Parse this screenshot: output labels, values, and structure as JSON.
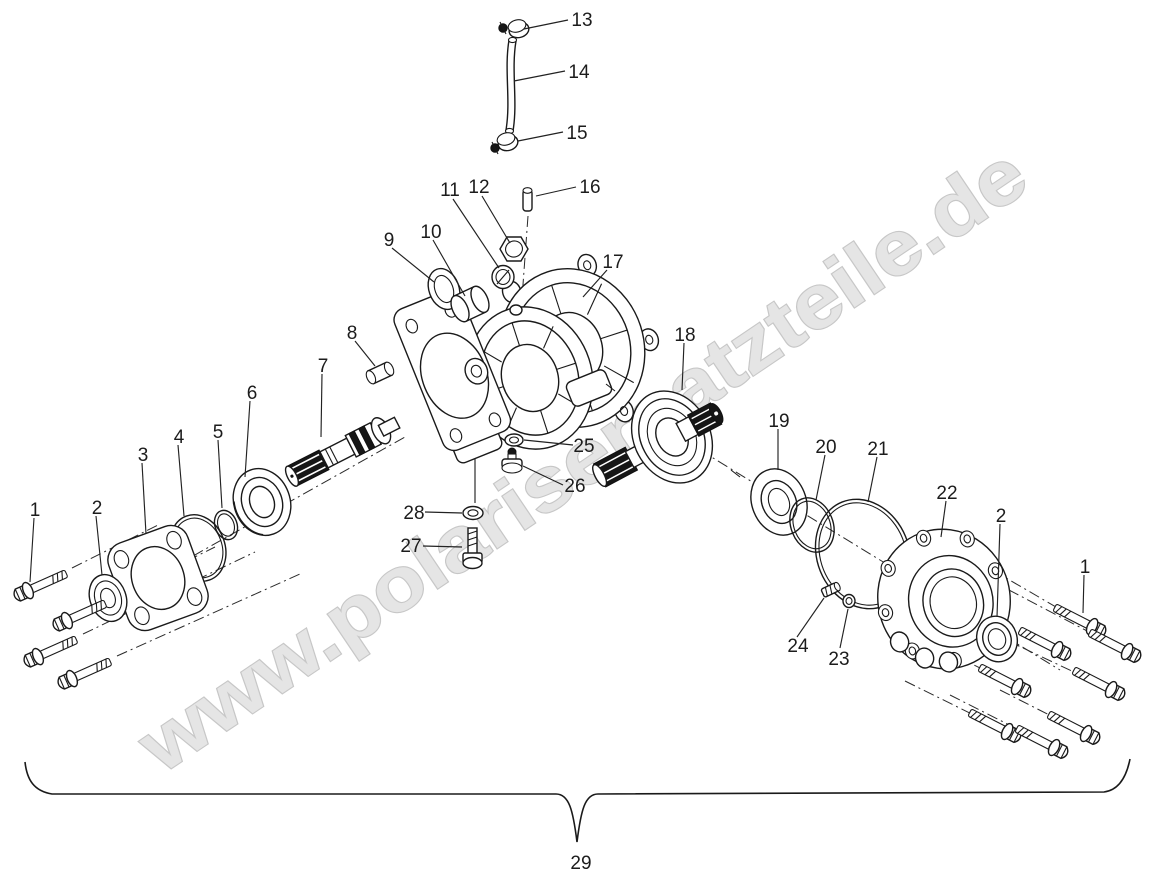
{
  "diagram": {
    "watermark": "www.polarisersatzteile.de",
    "callouts": {
      "n1l": "1",
      "n2l": "2",
      "n3": "3",
      "n4": "4",
      "n5": "5",
      "n6": "6",
      "n7": "7",
      "n8": "8",
      "n9": "9",
      "n10": "10",
      "n11": "11",
      "n12": "12",
      "n13": "13",
      "n14": "14",
      "n15": "15",
      "n16": "16",
      "n17": "17",
      "n18": "18",
      "n19": "19",
      "n20": "20",
      "n21": "21",
      "n22": "22",
      "n2r": "2",
      "n1r": "1",
      "n23": "23",
      "n24": "24",
      "n25": "25",
      "n26": "26",
      "n27": "27",
      "n28": "28",
      "n29": "29"
    }
  }
}
